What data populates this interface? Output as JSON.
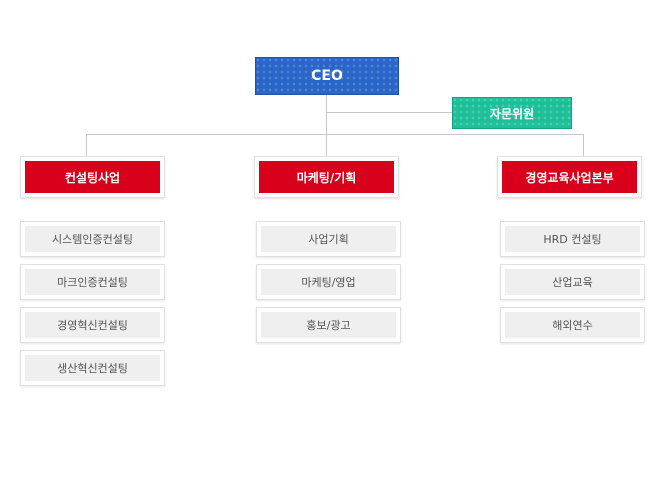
{
  "ceo": {
    "label": "CEO"
  },
  "advisor": {
    "label": "자문위원"
  },
  "departments": [
    {
      "label": "컨설팅사업",
      "children": [
        "시스템인증컨설팅",
        "마크인증컨설팅",
        "경영혁신컨설팅",
        "생산혁신컨설팅"
      ]
    },
    {
      "label": "마케팅/기획",
      "children": [
        "사업기획",
        "마케팅/영업",
        "홍보/광고"
      ]
    },
    {
      "label": "경영교육사업본부",
      "children": [
        "HRD 컨설팅",
        "산업교육",
        "해외연수"
      ]
    }
  ],
  "colors": {
    "ceo": "#2a66c9",
    "advisor": "#1fbf9a",
    "department": "#d9001b",
    "sub_item": "#efefef",
    "connector": "#c8c8c8"
  }
}
